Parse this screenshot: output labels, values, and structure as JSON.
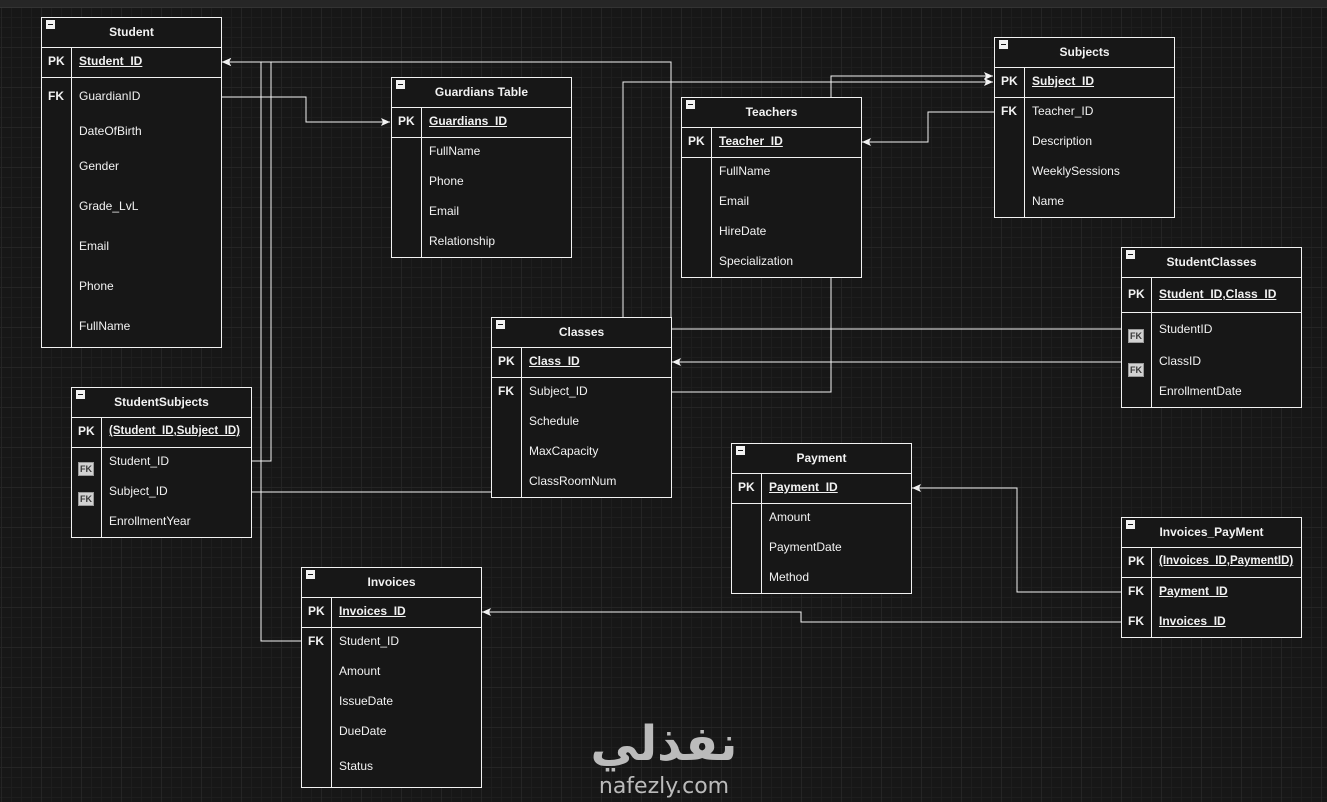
{
  "tables": {
    "student": {
      "title": "Student",
      "pk": {
        "key": "PK",
        "name": "Student_ID"
      },
      "fields": [
        {
          "key": "FK",
          "name": "GuardianID"
        },
        {
          "name": "DateOfBirth"
        },
        {
          "name": "Gender"
        },
        {
          "name": "Grade_LvL"
        },
        {
          "name": "Email"
        },
        {
          "name": "Phone"
        },
        {
          "name": "FullName"
        }
      ]
    },
    "guardians": {
      "title": "Guardians Table",
      "pk": {
        "key": "PK",
        "name": "Guardians_ID"
      },
      "fields": [
        {
          "name": "FullName"
        },
        {
          "name": "Phone"
        },
        {
          "name": "Email"
        },
        {
          "name": "Relationship"
        }
      ]
    },
    "teachers": {
      "title": "Teachers",
      "pk": {
        "key": "PK",
        "name": "Teacher_ID"
      },
      "fields": [
        {
          "name": "FullName"
        },
        {
          "name": "Email"
        },
        {
          "name": "HireDate"
        },
        {
          "name": "Specialization"
        }
      ]
    },
    "subjects": {
      "title": "Subjects",
      "pk": {
        "key": "PK",
        "name": "Subject_ID"
      },
      "fields": [
        {
          "key": "FK",
          "name": "Teacher_ID"
        },
        {
          "name": "Description"
        },
        {
          "name": "WeeklySessions"
        },
        {
          "name": "Name"
        }
      ]
    },
    "student_classes": {
      "title": "StudentClasses",
      "pk": {
        "key": "PK",
        "name": "Student_ID,Class_ID"
      },
      "fields": [
        {
          "key": "FK",
          "name": "StudentID"
        },
        {
          "key": "FK",
          "name": "ClassID"
        },
        {
          "name": "EnrollmentDate"
        }
      ]
    },
    "classes": {
      "title": "Classes",
      "pk": {
        "key": "PK",
        "name": "Class_ID"
      },
      "fields": [
        {
          "key": "FK",
          "name": "Subject_ID"
        },
        {
          "name": "Schedule"
        },
        {
          "name": "MaxCapacity"
        },
        {
          "name": "ClassRoomNum"
        }
      ]
    },
    "student_subjects": {
      "title": "StudentSubjects",
      "pk": {
        "key": "PK",
        "name": "(Student_ID,Subject_ID)"
      },
      "fields": [
        {
          "key": "FK",
          "name": "Student_ID"
        },
        {
          "key": "FK",
          "name": "Subject_ID"
        },
        {
          "name": "EnrollmentYear"
        }
      ]
    },
    "payment": {
      "title": "Payment",
      "pk": {
        "key": "PK",
        "name": "Payment_ID"
      },
      "fields": [
        {
          "name": "Amount"
        },
        {
          "name": "PaymentDate"
        },
        {
          "name": "Method"
        }
      ]
    },
    "invoices_payment": {
      "title": "Invoices_PayMent",
      "pk": {
        "key": "PK",
        "name": "(Invoices_ID,PaymentID)"
      },
      "fields": [
        {
          "key": "FK",
          "name": "Payment_ID"
        },
        {
          "key": "FK",
          "name": "Invoices_ID"
        }
      ]
    },
    "invoices": {
      "title": "Invoices",
      "pk": {
        "key": "PK",
        "name": "Invoices_ID"
      },
      "fields": [
        {
          "key": "FK",
          "name": "Student_ID"
        },
        {
          "name": "Amount"
        },
        {
          "name": "IssueDate"
        },
        {
          "name": "DueDate"
        },
        {
          "name": "Status"
        }
      ]
    }
  },
  "watermark": {
    "logo": "نفذلي",
    "site": "nafezly.com"
  },
  "colors": {
    "background": "#171717",
    "line": "#f2f2f2",
    "text": "#f2f2f2",
    "grid": "#252525"
  }
}
